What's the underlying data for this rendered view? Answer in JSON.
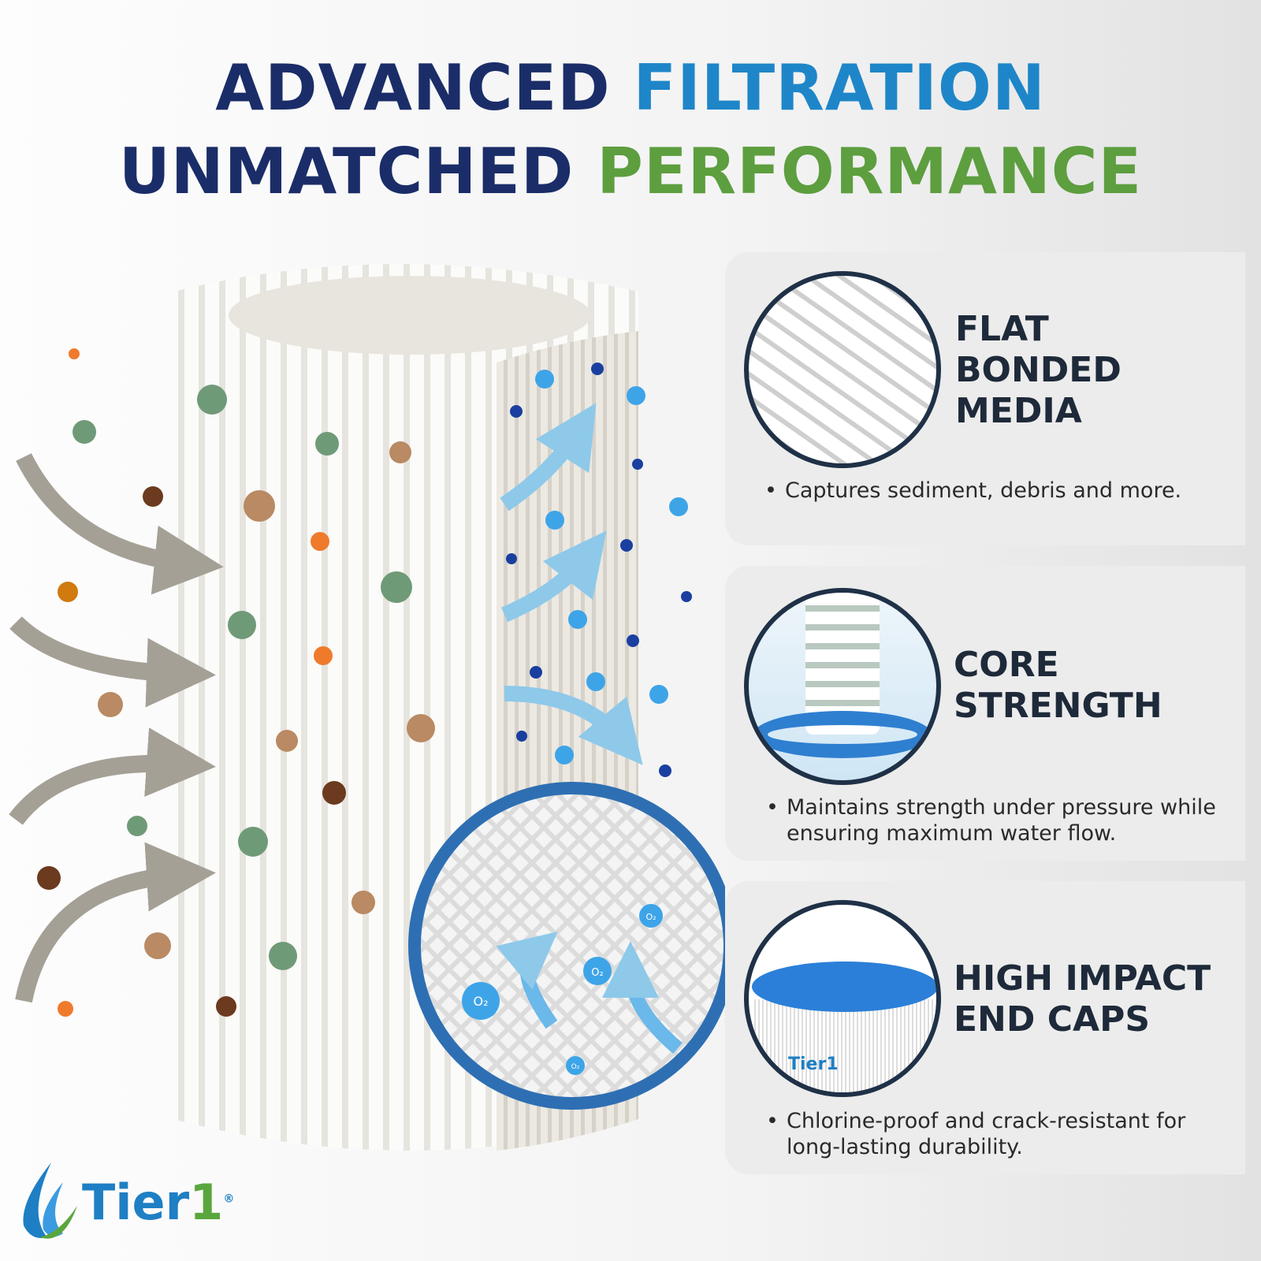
{
  "title": {
    "line1_a": "ADVANCED",
    "line1_b": "FILTRATION",
    "line2_a": "UNMATCHED",
    "line2_b": "PERFORMANCE"
  },
  "colors": {
    "navy": "#1b2d68",
    "blue": "#1e86c8",
    "green": "#5d9e3f",
    "heading": "#1e2a3a"
  },
  "features": [
    {
      "heading": [
        "FLAT",
        "BONDED",
        "MEDIA"
      ],
      "text": "Captures sediment, debris and more.",
      "icon": "woven-media-closeup"
    },
    {
      "heading": [
        "CORE",
        "STRENGTH"
      ],
      "text": "Maintains strength under pressure while ensuring maximum water flow.",
      "icon": "filter-core"
    },
    {
      "heading": [
        "HIGH IMPACT",
        "END CAPS"
      ],
      "text": "Chlorine-proof and crack-resistant for long-lasting durability.",
      "icon": "blue-end-cap"
    }
  ],
  "illustration": {
    "oxygen_label": "O₂"
  },
  "logo": {
    "brand": "Tier",
    "brand_num": "1",
    "registered": "®",
    "cap_brand": "Tier1"
  }
}
